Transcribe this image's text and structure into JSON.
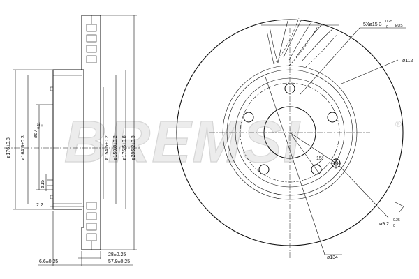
{
  "brand": {
    "watermark": "BREMSI",
    "registered": "®"
  },
  "side_view": {
    "dims": {
      "d176": "ø176±0.8",
      "d164": "ø164.6±0.3",
      "d67_main": "ø67",
      "d67_tol_top": "0.11",
      "d67_tol_bot": "0",
      "d15": "ø15",
      "d154": "ø154.5±0.2",
      "d159": "ø159.8±0.2",
      "d175": "ø175.5±0.8",
      "d295": "ø295.2±0.3",
      "d2_2": "2.2",
      "d6_6": "6.6±0.25",
      "d28": "28±0.25",
      "d57_9": "57.9±0.25"
    }
  },
  "front_view": {
    "dims": {
      "bolt_main": "5Xø15.3",
      "bolt_tol_top": "0.25",
      "bolt_tol_bot": "0",
      "bolt_eqs": "EQS",
      "d112": "ø112",
      "angle": "15°",
      "d9_2_main": "ø9.2",
      "d9_2_tol_top": "0.25",
      "d9_2_tol_bot": "0",
      "d134": "ø134"
    }
  }
}
